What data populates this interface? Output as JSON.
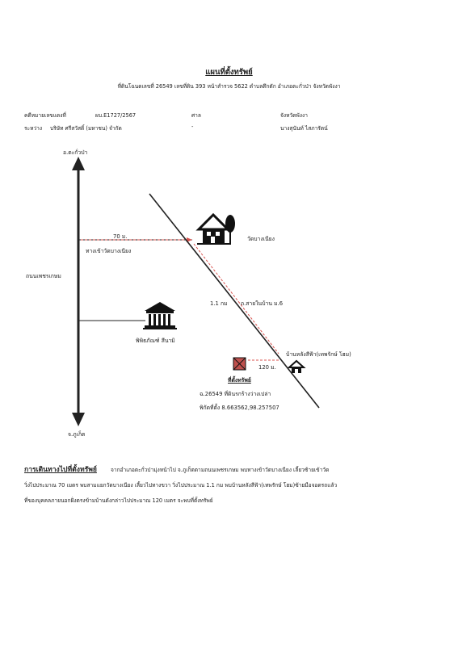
{
  "header": {
    "title": "แผนที่ตั้งทรัพย์",
    "subtitle": "ที่ดินโฉนดเลขที่ 26549 เลขที่ดิน 393 หน้าสำรวจ 5622 ตำบลตึกตัก อำเภอตะกั่วป่า จังหวัดพังงา"
  },
  "case": {
    "label_case": "คดีหมายเลขแดงที่",
    "case_no": "ผบ.E1727/2567",
    "label_court": "ศาล",
    "court": "จังหวัดพังงา",
    "label_between": "ระหว่าง",
    "plaintiff": "บริษัท ศรีสวัสดิ์ (มหาชน) จำกัด",
    "dash": "-",
    "defendant": "นางสุนันท์ ไสภารัตน์"
  },
  "map": {
    "road_north_label": "อ.ตะกั่วป่า",
    "road_south_label": "จ.ภูเก็ต",
    "main_road_label": "ถนนเพชรเกษม",
    "branch_distance": "70 ม.",
    "branch_road_label": "ทางเข้าวัดบางเนียง",
    "temple_label": "วัดบางเนียง",
    "museum_label": "พิพิธภัณฑ์ สีนามิ",
    "diag_distance": "1.1 กม",
    "diag_road_label": "ถ.สายในบ้าน ม.6",
    "house_label": "บ้านหลังสีฟ้า(เทพรักษ์ โฮม)",
    "last_distance": "120 ม.",
    "property_label": "ที่ตั้งทรัพย์",
    "property_detail": "ฉ.26549 ที่ดินรกร้างว่างเปล่า",
    "coordinates": "พิกัดที่ตั้ง  8.663562,98.257507",
    "colors": {
      "dashed": "#d9534f",
      "property_fill": "#c0504d",
      "line": "#222222"
    }
  },
  "directions": {
    "heading": "การเดินทางไปที่ตั้งทรัพย์",
    "line1": "จากอำเภอตะกั่วป่ามุ่งหน้าไป จ.ภูเก็ตตามถนนเพชรเกษม พบทางเข้าวัดบางเนียง เลี้ยวซ้ายเข้าวัด",
    "line2": "วิ่งไปประมาณ 70 เมตร พบสามแยกวัดบางเนียง เลี้ยวไปทางขวา วิ่งไปประมาณ 1.1 กม พบบ้านหลังสีฟ้า(เทพรักษ์ โฮม)ซ้ายมือจอดรถแล้ว",
    "line3": "ที่ของบุคคลภายนอกฝั่งตรงข้ามบ้านดังกล่าวไปประมาณ 120 เมตร จะพบที่ตั้งทรัพย์"
  }
}
